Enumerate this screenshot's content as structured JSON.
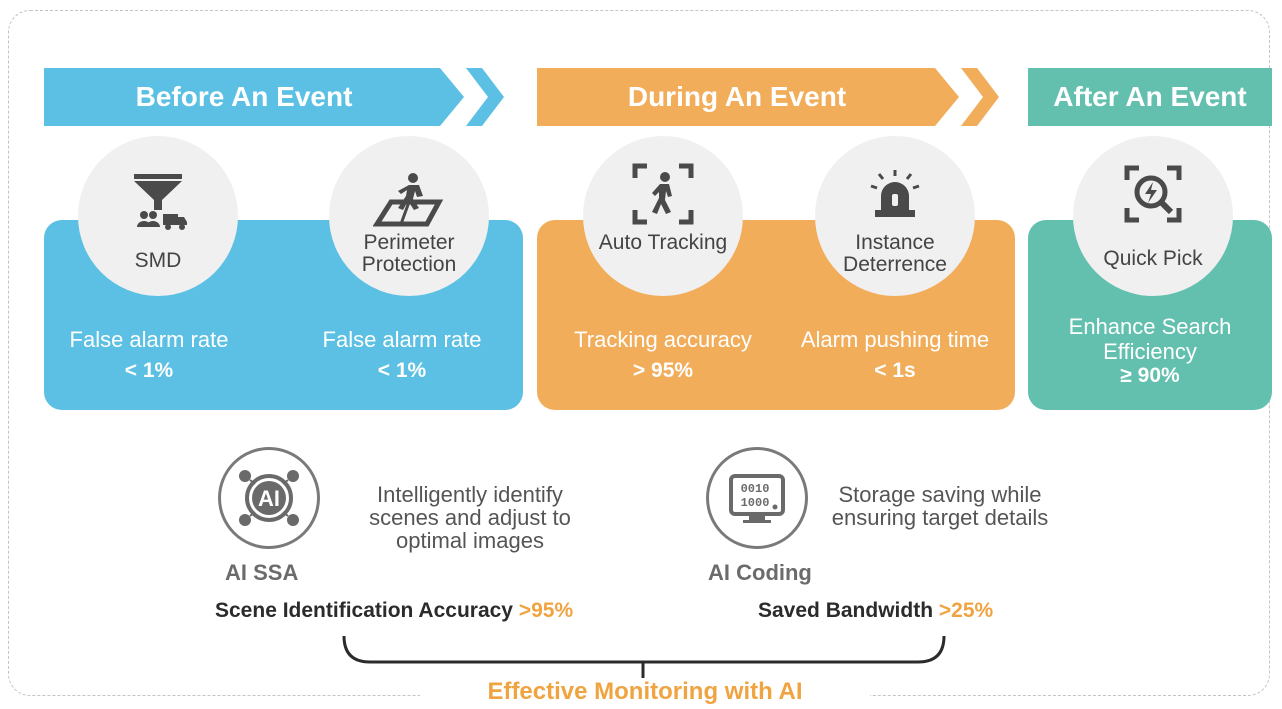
{
  "colors": {
    "before": "#5bc0e3",
    "during": "#f2ad5b",
    "after": "#63bfae",
    "accent": "#f0a441",
    "circle": "#f0f0f0",
    "icon": "#4a4a4a"
  },
  "sections": [
    {
      "title": "Before An Event",
      "items": [
        {
          "label": "SMD",
          "icon": "funnel-filter-icon",
          "metric_label": "False alarm rate",
          "metric_value": "< 1%"
        },
        {
          "label": "Perimeter Protection",
          "icon": "perimeter-walker-icon",
          "metric_label": "False alarm rate",
          "metric_value": "< 1%"
        }
      ]
    },
    {
      "title": "During An Event",
      "items": [
        {
          "label": "Auto Tracking",
          "icon": "person-frame-icon",
          "metric_label": "Tracking accuracy",
          "metric_value": "> 95%"
        },
        {
          "label": "Instance Deterrence",
          "icon": "alarm-siren-icon",
          "metric_label": "Alarm pushing time",
          "metric_value": "< 1s"
        }
      ]
    },
    {
      "title": "After An Event",
      "items": [
        {
          "label": "Quick Pick",
          "icon": "search-lightning-icon",
          "metric_label": "Enhance Search Efficiency",
          "metric_value": "≥ 90%"
        }
      ]
    }
  ],
  "features": [
    {
      "title": "AI SSA",
      "icon": "ai-chip-icon",
      "icon_text": "AI",
      "description": "Intelligently identify scenes and adjust to optimal images",
      "stat_label": "Scene Identification Accuracy",
      "stat_value": ">95%"
    },
    {
      "title": "AI Coding",
      "icon": "binary-monitor-icon",
      "icon_text": "0010 1000",
      "description": "Storage saving while ensuring target details",
      "stat_label": "Saved Bandwidth",
      "stat_value": ">25%"
    }
  ],
  "footer": {
    "title": "Effective Monitoring with AI"
  }
}
